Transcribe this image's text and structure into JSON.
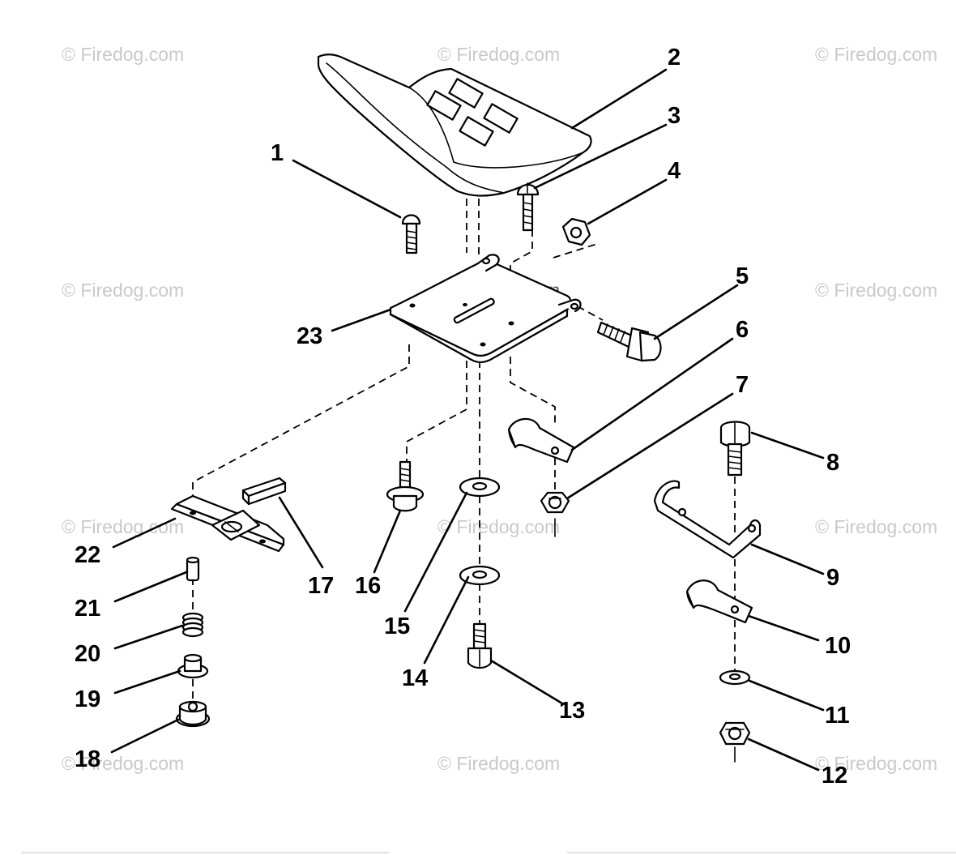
{
  "diagram": {
    "callouts": [
      "1",
      "2",
      "3",
      "4",
      "5",
      "6",
      "7",
      "8",
      "9",
      "10",
      "11",
      "12",
      "13",
      "14",
      "15",
      "16",
      "17",
      "18",
      "19",
      "20",
      "21",
      "22",
      "23"
    ],
    "watermark": "© Firedog.com"
  }
}
